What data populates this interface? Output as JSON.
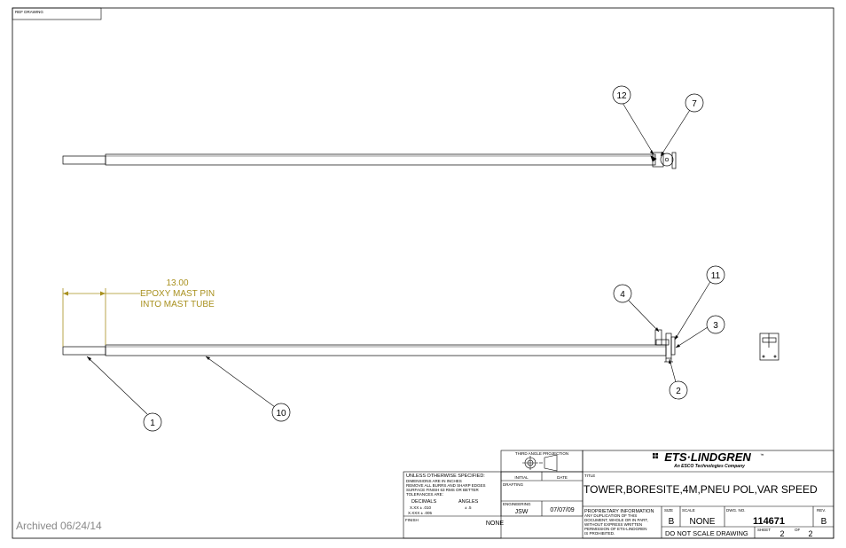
{
  "ref_label": "REF DRAWING",
  "archived": "Archived 06/24/14",
  "dimension": {
    "value": "13.00",
    "line1": "EPOXY MAST PIN",
    "line2": "INTO MAST TUBE"
  },
  "balloons": {
    "b12": "12",
    "b7": "7",
    "b11": "11",
    "b4": "4",
    "b3": "3",
    "b2": "2",
    "b1": "1",
    "b10": "10"
  },
  "title_block": {
    "projection": "THIRD ANGLE PROJECTION",
    "initial": "INITIAL",
    "date": "DATE",
    "drafting": "DRAFTING",
    "engineering": "ENGINEERING",
    "engineer_initial": "JSW",
    "engineer_date": "07/07/09",
    "unless": "UNLESS OTHERWISE SPECIFIED:",
    "note1": "DIMENSIONS ARE IN INCHES",
    "note2": "REMOVE ALL BURRS AND SHARP EDGES",
    "note3": "SURFACE FINISH 63 RMS OR BETTER",
    "note4": "TOLERANCES ARE:",
    "decimals": "DECIMALS",
    "angles": "ANGLES",
    "tol_xxx": "X.XX ± .010",
    "tol_xxxx": "X.XXX ± .005",
    "tol_angle": "± .5",
    "finish": "FINISH",
    "finish_value": "NONE",
    "company": "ETS·LINDGREN",
    "tm": "™",
    "company_sub": "An ESCO Technologies Company",
    "title_label": "TITLE",
    "title": "TOWER,BORESITE,4M,PNEU POL,VAR SPEED",
    "proprietary": "PROPRIETARY INFORMATION",
    "prop1": "ANY DUPLICATION OF THIS",
    "prop2": "DOCUMENT, WHOLE OR IN PART,",
    "prop3": "WITHOUT EXPRESS WRITTEN",
    "prop4": "PERMISSION OF ETS-LINDGREN",
    "prop5": "IS PROHIBITED.",
    "size_label": "SIZE",
    "size": "B",
    "scale_label": "SCALE",
    "scale": "NONE",
    "dwg_label": "DWG. NO.",
    "dwg_no": "114671",
    "rev_label": "REV.",
    "rev": "B",
    "do_not_scale": "DO NOT SCALE DRAWING",
    "sheet_label": "SHEET",
    "sheet": "2",
    "of_label": "OF",
    "sheets": "2"
  }
}
